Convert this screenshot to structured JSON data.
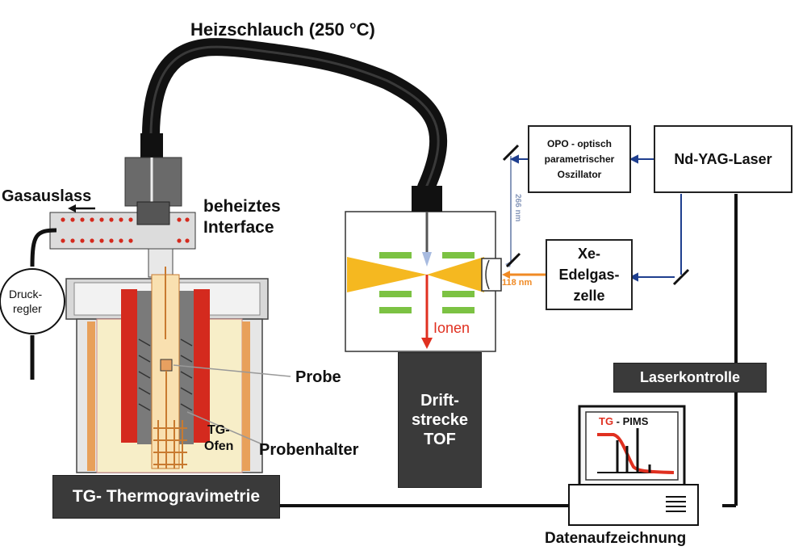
{
  "labels": {
    "hose": "Heizschlauch (250 °C)",
    "gas_outlet": "Gasauslass",
    "interface_line1": "beheiztes",
    "interface_line2": "Interface",
    "pressure_line1": "Druck-",
    "pressure_line2": "regler",
    "probe": "Probe",
    "probe_holder": "Probenhalter",
    "oven_line1": "TG-",
    "oven_line2": "Ofen",
    "ions": "Ionen",
    "wl_266": "266 nm",
    "wl_118": "118 nm",
    "opo_line1": "OPO - optisch",
    "opo_line2": "parametrischer",
    "opo_line3": "Oszillator",
    "laser": "Nd-YAG-Laser",
    "xe_line1": "Xe-",
    "xe_line2": "Edelgas-",
    "xe_line3": "zelle",
    "laser_control": "Laserkontrolle",
    "drift_line1": "Drift-",
    "drift_line2": "strecke",
    "drift_line3": "TOF",
    "tg_bar": "TG- Thermogravimetrie",
    "monitor_tg": "TG",
    "monitor_rest": " - PIMS",
    "data": "Datenaufzeichnung"
  },
  "colors": {
    "hose": "#111111",
    "heater": "#d42a1e",
    "oven_fill": "#f7eec8",
    "ion_arrow": "#e03020",
    "laser_beam": "#f5b820",
    "electrode": "#7cc243",
    "uv_118": "#f08a24",
    "uv_266": "#8899bb",
    "signal_arrow": "#1f3f8f",
    "dark_box": "#3a3a3a"
  }
}
